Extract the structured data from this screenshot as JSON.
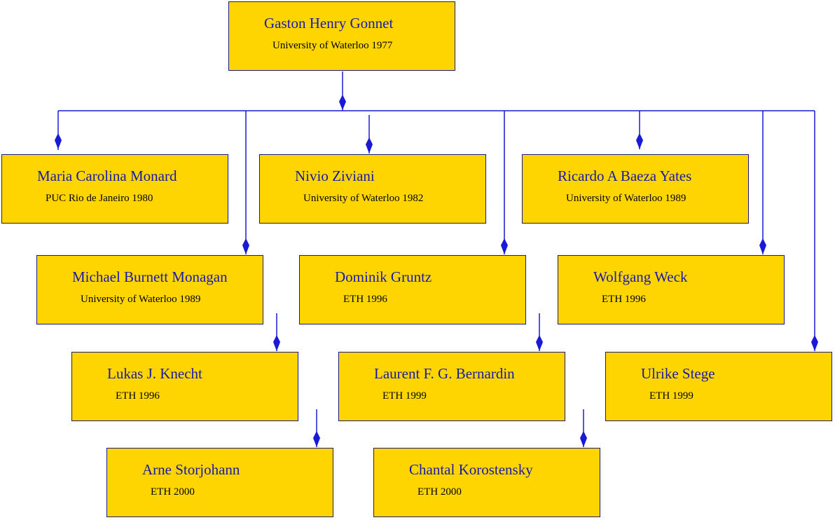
{
  "colors": {
    "box": "#ffd500",
    "connector": "#1a1ad6",
    "name_text": "#1a1aa8"
  },
  "nodes": [
    {
      "name": "Gaston Henry Gonnet",
      "info": "University of Waterloo 1977"
    },
    {
      "name": "Maria Carolina Monard",
      "info": "PUC Rio de Janeiro 1980"
    },
    {
      "name": "Nivio Ziviani",
      "info": "University of Waterloo 1982"
    },
    {
      "name": "Ricardo A Baeza Yates",
      "info": "University of Waterloo 1989"
    },
    {
      "name": "Michael Burnett Monagan",
      "info": "University of Waterloo 1989"
    },
    {
      "name": "Dominik Gruntz",
      "info": "ETH 1996"
    },
    {
      "name": "Wolfgang Weck",
      "info": "ETH 1996"
    },
    {
      "name": "Lukas J. Knecht",
      "info": "ETH 1996"
    },
    {
      "name": "Laurent F. G. Bernardin",
      "info": "ETH 1999"
    },
    {
      "name": "Ulrike Stege",
      "info": "ETH 1999"
    },
    {
      "name": "Arne Storjohann",
      "info": "ETH 2000"
    },
    {
      "name": "Chantal Korostensky",
      "info": "ETH 2000"
    }
  ]
}
